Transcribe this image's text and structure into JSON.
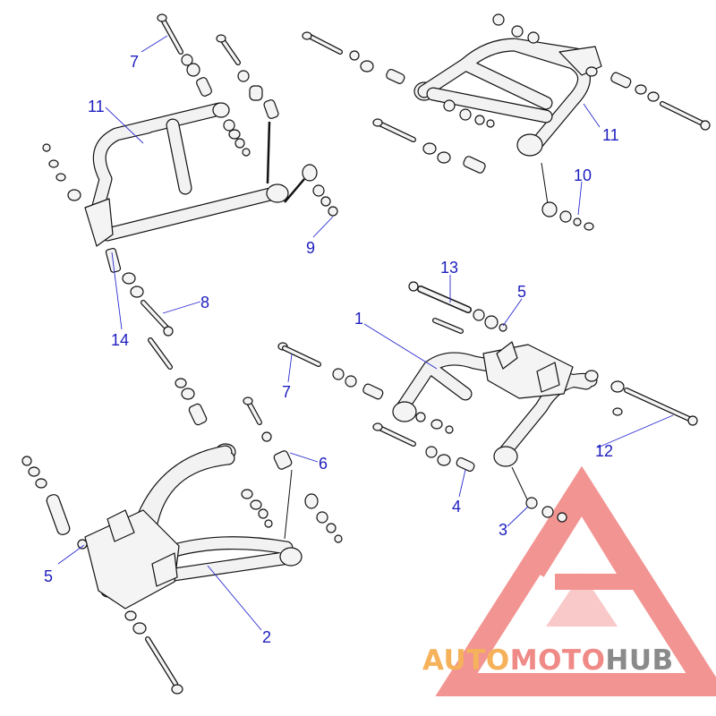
{
  "diagram": {
    "callouts": [
      {
        "id": "c-7-top",
        "label": "7"
      },
      {
        "id": "c-11-left",
        "label": "11"
      },
      {
        "id": "c-11-right",
        "label": "11"
      },
      {
        "id": "c-10",
        "label": "10"
      },
      {
        "id": "c-9",
        "label": "9"
      },
      {
        "id": "c-8",
        "label": "8"
      },
      {
        "id": "c-14",
        "label": "14"
      },
      {
        "id": "c-13",
        "label": "13"
      },
      {
        "id": "c-5-top",
        "label": "5"
      },
      {
        "id": "c-1",
        "label": "1"
      },
      {
        "id": "c-7-mid",
        "label": "7"
      },
      {
        "id": "c-6",
        "label": "6"
      },
      {
        "id": "c-12",
        "label": "12"
      },
      {
        "id": "c-4",
        "label": "4"
      },
      {
        "id": "c-3",
        "label": "3"
      },
      {
        "id": "c-5-bottom",
        "label": "5"
      },
      {
        "id": "c-2",
        "label": "2"
      }
    ]
  },
  "watermark": {
    "text_auto": "AUTO",
    "text_moto": "MOTO",
    "text_hub": "HUB",
    "color_auto": "#f5b25a",
    "color_moto": "#f08a86",
    "color_hub": "#8a8a8a",
    "logo_color": "#f0827f"
  },
  "colors": {
    "callout": "#1d1dbf",
    "linework": "#111111"
  }
}
